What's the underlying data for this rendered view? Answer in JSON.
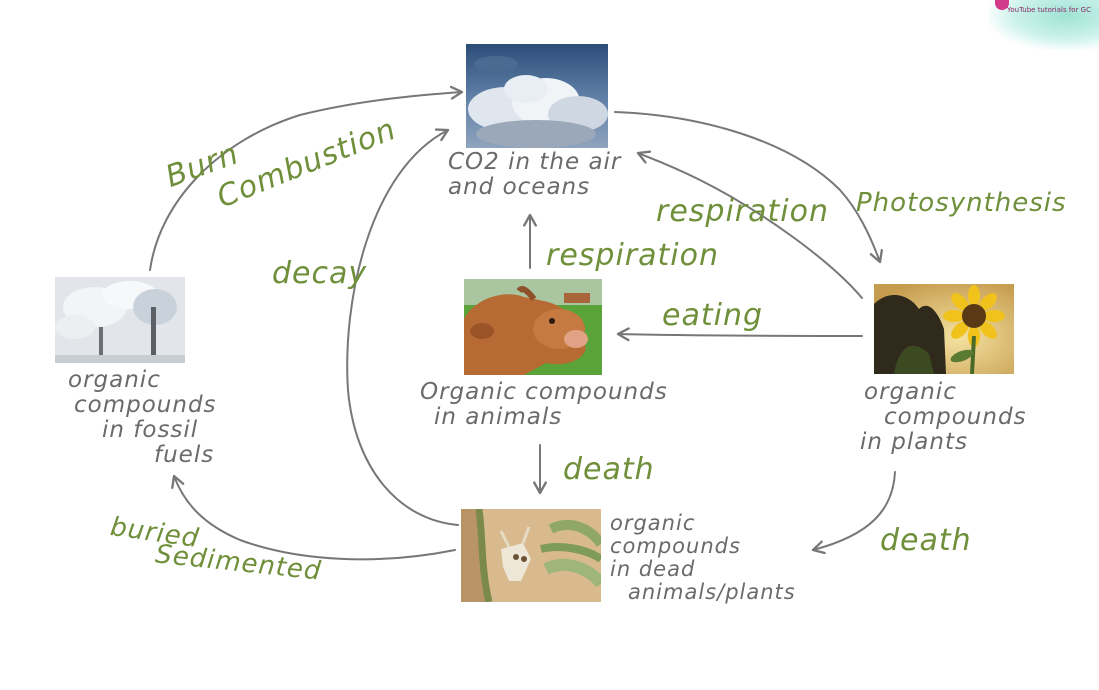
{
  "nodes": {
    "air": {
      "label_lines": [
        "CO2 in the air",
        "and oceans"
      ]
    },
    "animals": {
      "label_lines": [
        "Organic compounds",
        "in animals"
      ]
    },
    "plants": {
      "label_lines": [
        "organic",
        "compounds",
        "in plants"
      ]
    },
    "dead": {
      "label_lines": [
        "organic",
        "compounds",
        "in dead",
        "animals/plants"
      ]
    },
    "fossil": {
      "label_lines": [
        "organic",
        "compounds",
        "in fossil",
        "fuels"
      ]
    }
  },
  "processes": {
    "burn": "Burn",
    "combustion": "Combustion",
    "respiration_animals": "respiration",
    "respiration_plants": "respiration",
    "photosynthesis": "Photosynthesis",
    "eating": "eating",
    "decay": "decay",
    "death_animals": "death",
    "death_plants": "death",
    "buried": "buried",
    "sedimented": "Sedimented"
  },
  "watermark": {
    "text": "YouTube tutorials for GC"
  },
  "colors": {
    "arrow": "#777777",
    "process_text": "#6f8f3a",
    "label_text": "#6a6a6a"
  },
  "icons": {
    "air": "cloud-sky-image",
    "animals": "cow-image",
    "plants": "sunflower-image",
    "dead": "skull-desert-image",
    "fossil": "smokestack-image"
  }
}
